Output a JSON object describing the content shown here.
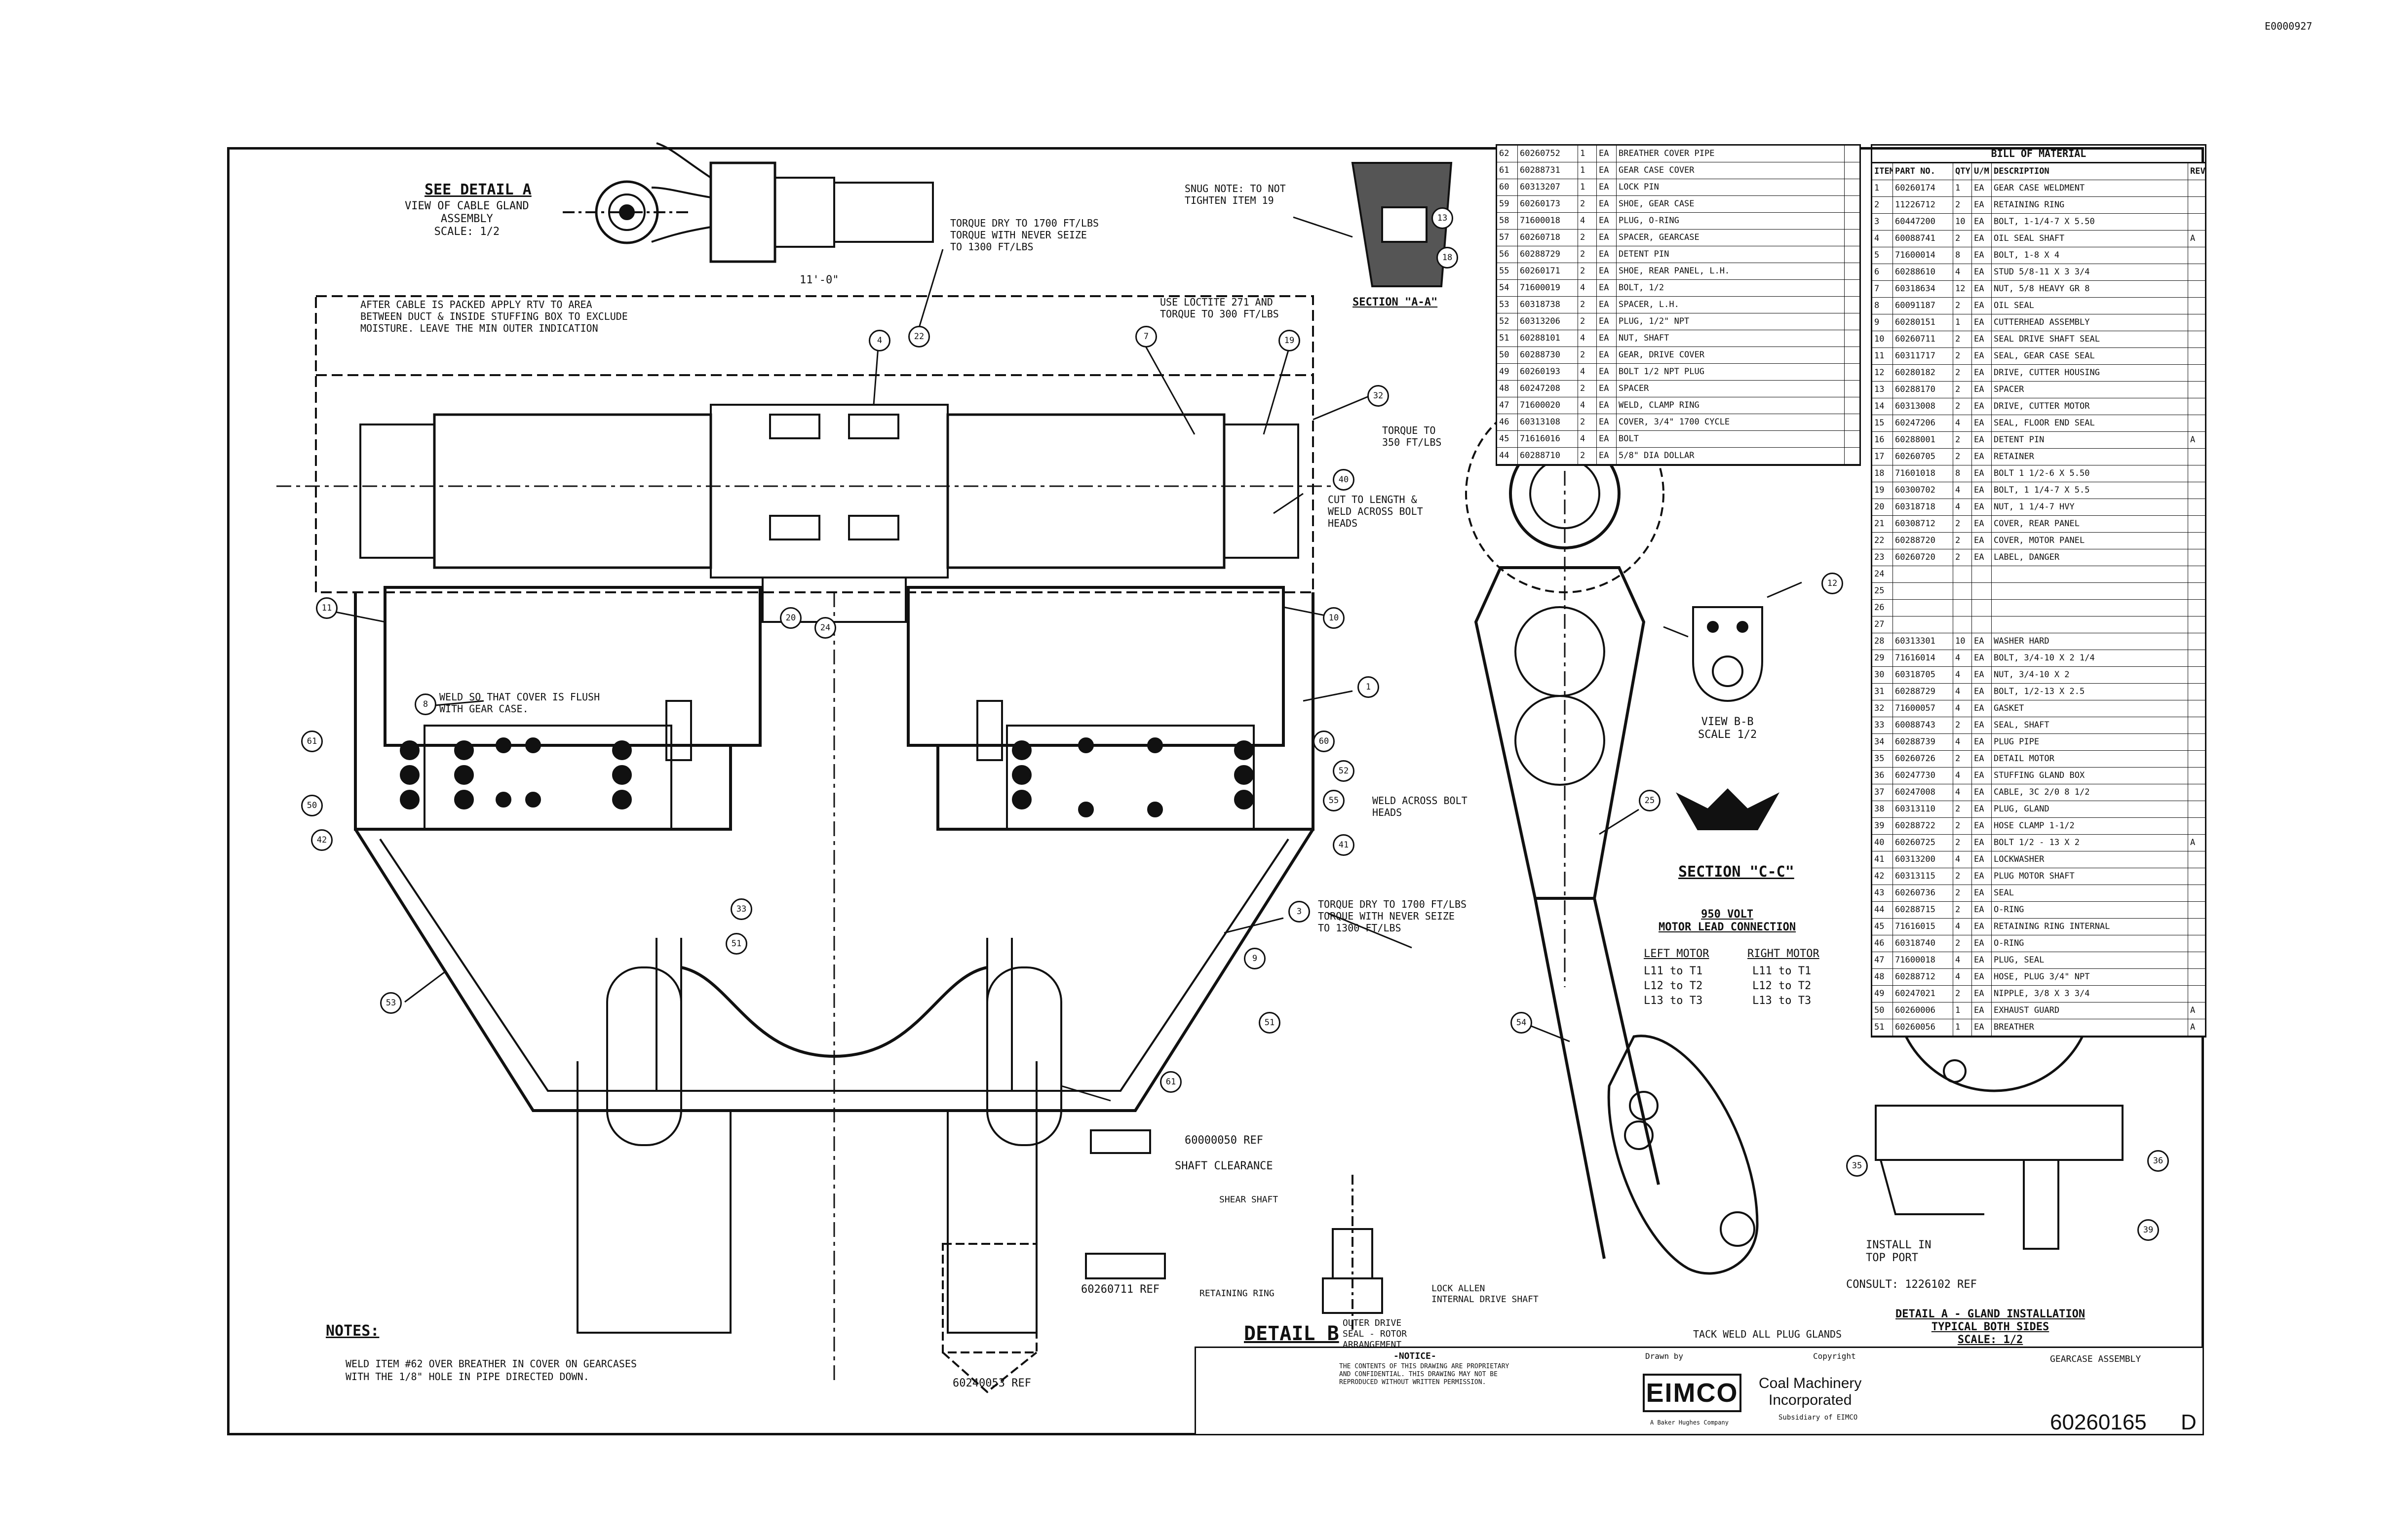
{
  "corner_code": "E0000927",
  "detail_a_title": "SEE DETAIL A",
  "detail_a_sub": "VIEW OF CABLE GLAND\nASSEMBLY\nSCALE: 1/2",
  "note_cable": "AFTER CABLE IS PACKED APPLY RTV TO AREA\nBETWEEN DUCT & INSIDE STUFFING BOX TO EXCLUDE\nMOISTURE. LEAVE THE MIN OUTER INDICATION",
  "dim_top": "11'-0\"",
  "note_torque1": "TORQUE DRY TO 1700 FT/LBS\nTORQUE WITH NEVER SEIZE\nTO 1300 FT/LBS",
  "note_snug": "SNUG NOTE: TO NOT\nTIGHTEN ITEM 19",
  "section_aa": "SECTION \"A-A\"",
  "note_loctite": "USE LOCTITE 271 AND\nTORQUE TO 300 FT/LBS",
  "note_torque2": "TORQUE TO\n350 FT/LBS",
  "note_cut": "CUT TO LENGTH &\nWELD ACROSS BOLT\nHEADS",
  "note_weld_cover": "WELD SO THAT COVER IS FLUSH\nWITH GEAR CASE.",
  "note_weld_across": "WELD ACROSS BOLT\nHEADS",
  "note_torque3": "TORQUE DRY TO 1700 FT/LBS\nTORQUE WITH NEVER SEIZE\nTO 1300 FT/LBS",
  "view_bb": "VIEW B-B\nSCALE 1/2",
  "section_cc": "SECTION \"C-C\"",
  "motor_title": "950 VOLT\nMOTOR LEAD CONNECTION",
  "motor_left_head": "LEFT MOTOR",
  "motor_right_head": "RIGHT MOTOR",
  "motor_rows": [
    [
      "L11 to T1",
      "L11 to T1"
    ],
    [
      "L12 to T2",
      "L12 to T2"
    ],
    [
      "L13 to T3",
      "L13 to T3"
    ]
  ],
  "ref_1": "60000050 REF",
  "shaft_clear": "SHAFT CLEARANCE",
  "ref_2": "60260711 REF",
  "ref_3": "60240053 REF",
  "detail_b": "DETAIL B",
  "detail_b_note": "OUTER DRIVE\nSEAL - ROTOR\nARRANGEMENT",
  "detail_b_labels": [
    "LOCK ALLEN\nINTERNAL DRIVE SHAFT",
    "SHEAR SHAFT",
    "RETAINING RING"
  ],
  "install_note": "INSTALL IN\nTOP PORT",
  "consult_note": "CONSULT: 1226102 REF",
  "detail_a_install": "DETAIL A - GLAND INSTALLATION\nTYPICAL BOTH SIDES\nSCALE: 1/2",
  "tack_note": "TACK WELD ALL PLUG GLANDS",
  "notes_head": "NOTES:",
  "notes_1": "WELD ITEM #62 OVER BREATHER IN COVER ON GEARCASES\nWITH THE 1/8\" HOLE IN PIPE DIRECTED DOWN.",
  "bom_title": "BILL OF MATERIAL",
  "bom_headers": [
    "ITEM",
    "PART NO.",
    "QTY",
    "U/M",
    "DESCRIPTION",
    "REV"
  ],
  "bom_main": [
    [
      "1",
      "60260174",
      "1",
      "EA",
      "GEAR CASE WELDMENT",
      ""
    ],
    [
      "2",
      "11226712",
      "2",
      "EA",
      "RETAINING RING",
      ""
    ],
    [
      "3",
      "60447200",
      "10",
      "EA",
      "BOLT, 1-1/4-7 X 5.50",
      ""
    ],
    [
      "4",
      "60088741",
      "2",
      "EA",
      "OIL SEAL SHAFT",
      "A"
    ],
    [
      "5",
      "71600014",
      "8",
      "EA",
      "BOLT, 1-8 X 4",
      ""
    ],
    [
      "6",
      "60288610",
      "4",
      "EA",
      "STUD 5/8-11 X 3 3/4",
      ""
    ],
    [
      "7",
      "60318634",
      "12",
      "EA",
      "NUT, 5/8 HEAVY GR 8",
      ""
    ],
    [
      "8",
      "60091187",
      "2",
      "EA",
      "OIL SEAL",
      ""
    ],
    [
      "9",
      "60280151",
      "1",
      "EA",
      "CUTTERHEAD ASSEMBLY",
      ""
    ],
    [
      "10",
      "60260711",
      "2",
      "EA",
      "SEAL DRIVE SHAFT SEAL",
      ""
    ],
    [
      "11",
      "60311717",
      "2",
      "EA",
      "SEAL, GEAR CASE SEAL",
      ""
    ],
    [
      "12",
      "60280182",
      "2",
      "EA",
      "DRIVE, CUTTER HOUSING",
      ""
    ],
    [
      "13",
      "60288170",
      "2",
      "EA",
      "SPACER",
      ""
    ],
    [
      "14",
      "60313008",
      "2",
      "EA",
      "DRIVE, CUTTER MOTOR",
      ""
    ],
    [
      "15",
      "60247206",
      "4",
      "EA",
      "SEAL, FLOOR END SEAL",
      ""
    ],
    [
      "16",
      "60288001",
      "2",
      "EA",
      "DETENT PIN",
      "A"
    ],
    [
      "17",
      "60260705",
      "2",
      "EA",
      "RETAINER",
      ""
    ],
    [
      "18",
      "71601018",
      "8",
      "EA",
      "BOLT 1 1/2-6 X 5.50",
      ""
    ],
    [
      "19",
      "60300702",
      "4",
      "EA",
      "BOLT, 1 1/4-7 X 5.5",
      ""
    ],
    [
      "20",
      "60318718",
      "4",
      "EA",
      "NUT, 1 1/4-7 HVY",
      ""
    ],
    [
      "21",
      "60308712",
      "2",
      "EA",
      "COVER, REAR PANEL",
      ""
    ],
    [
      "22",
      "60288720",
      "2",
      "EA",
      "COVER, MOTOR PANEL",
      ""
    ],
    [
      "23",
      "60260720",
      "2",
      "EA",
      "LABEL, DANGER",
      ""
    ],
    [
      "24",
      "",
      "",
      "",
      "",
      ""
    ],
    [
      "25",
      "",
      "",
      "",
      "",
      ""
    ],
    [
      "26",
      "",
      "",
      "",
      "",
      ""
    ],
    [
      "27",
      "",
      "",
      "",
      "",
      ""
    ],
    [
      "28",
      "60313301",
      "10",
      "EA",
      "WASHER HARD",
      ""
    ],
    [
      "29",
      "71616014",
      "4",
      "EA",
      "BOLT, 3/4-10 X 2 1/4",
      ""
    ],
    [
      "30",
      "60318705",
      "4",
      "EA",
      "NUT, 3/4-10 X 2",
      ""
    ],
    [
      "31",
      "60288729",
      "4",
      "EA",
      "BOLT, 1/2-13 X 2.5",
      ""
    ],
    [
      "32",
      "71600057",
      "4",
      "EA",
      "GASKET",
      ""
    ],
    [
      "33",
      "60088743",
      "2",
      "EA",
      "SEAL, SHAFT",
      ""
    ],
    [
      "34",
      "60288739",
      "4",
      "EA",
      "PLUG PIPE",
      ""
    ],
    [
      "35",
      "60260726",
      "2",
      "EA",
      "DETAIL MOTOR",
      ""
    ],
    [
      "36",
      "60247730",
      "4",
      "EA",
      "STUFFING GLAND BOX",
      ""
    ],
    [
      "37",
      "60247008",
      "4",
      "EA",
      "CABLE, 3C 2/0 8 1/2",
      ""
    ],
    [
      "38",
      "60313110",
      "2",
      "EA",
      "PLUG, GLAND",
      ""
    ],
    [
      "39",
      "60288722",
      "2",
      "EA",
      "HOSE CLAMP 1-1/2",
      ""
    ],
    [
      "40",
      "60260725",
      "2",
      "EA",
      "BOLT 1/2 - 13 X 2",
      "A"
    ],
    [
      "41",
      "60313200",
      "4",
      "EA",
      "LOCKWASHER",
      ""
    ],
    [
      "42",
      "60313115",
      "2",
      "EA",
      "PLUG MOTOR SHAFT",
      ""
    ],
    [
      "43",
      "60260736",
      "2",
      "EA",
      "SEAL",
      ""
    ],
    [
      "44",
      "60288715",
      "2",
      "EA",
      "O-RING",
      ""
    ],
    [
      "45",
      "71616015",
      "4",
      "EA",
      "RETAINING RING INTERNAL",
      ""
    ],
    [
      "46",
      "60318740",
      "2",
      "EA",
      "O-RING",
      ""
    ],
    [
      "47",
      "71600018",
      "4",
      "EA",
      "PLUG, SEAL",
      ""
    ],
    [
      "48",
      "60288712",
      "4",
      "EA",
      "HOSE, PLUG 3/4\" NPT",
      ""
    ],
    [
      "49",
      "60247021",
      "2",
      "EA",
      "NIPPLE, 3/8 X 3 3/4",
      ""
    ],
    [
      "50",
      "60260006",
      "1",
      "EA",
      "EXHAUST GUARD",
      "A"
    ],
    [
      "51",
      "60260056",
      "1",
      "EA",
      "BREATHER",
      "A"
    ]
  ],
  "bom_secondary": [
    [
      "62",
      "60260752",
      "1",
      "EA",
      "BREATHER COVER PIPE",
      ""
    ],
    [
      "61",
      "60288731",
      "1",
      "EA",
      "GEAR CASE COVER",
      ""
    ],
    [
      "60",
      "60313207",
      "1",
      "EA",
      "LOCK PIN",
      ""
    ],
    [
      "59",
      "60260173",
      "2",
      "EA",
      "SHOE, GEAR CASE",
      ""
    ],
    [
      "58",
      "71600018",
      "4",
      "EA",
      "PLUG, O-RING",
      ""
    ],
    [
      "57",
      "60260718",
      "2",
      "EA",
      "SPACER, GEARCASE",
      ""
    ],
    [
      "56",
      "60288729",
      "2",
      "EA",
      "DETENT PIN",
      ""
    ],
    [
      "55",
      "60260171",
      "2",
      "EA",
      "SHOE, REAR PANEL, L.H.",
      ""
    ],
    [
      "54",
      "71600019",
      "4",
      "EA",
      "BOLT, 1/2",
      ""
    ],
    [
      "53",
      "60318738",
      "2",
      "EA",
      "SPACER, L.H.",
      ""
    ],
    [
      "52",
      "60313206",
      "2",
      "EA",
      "PLUG, 1/2\" NPT",
      ""
    ],
    [
      "51",
      "60288101",
      "4",
      "EA",
      "NUT, SHAFT",
      ""
    ],
    [
      "50",
      "60288730",
      "2",
      "EA",
      "GEAR, DRIVE COVER",
      ""
    ],
    [
      "49",
      "60260193",
      "4",
      "EA",
      "BOLT 1/2 NPT PLUG",
      ""
    ],
    [
      "48",
      "60247208",
      "2",
      "EA",
      "SPACER",
      ""
    ],
    [
      "47",
      "71600020",
      "4",
      "EA",
      "WELD, CLAMP RING",
      ""
    ],
    [
      "46",
      "60313108",
      "2",
      "EA",
      "COVER, 3/4\" 1700 CYCLE",
      ""
    ],
    [
      "45",
      "71616016",
      "4",
      "EA",
      "BOLT",
      ""
    ],
    [
      "44",
      "60288710",
      "2",
      "EA",
      "5/8\" DIA DOLLAR",
      ""
    ]
  ],
  "notice_head": "-NOTICE-",
  "notice_text": "THE CONTENTS OF THIS DRAWING ARE PROPRIETARY\nAND CONFIDENTIAL. THIS DRAWING MAY NOT BE\nREPRODUCED WITHOUT WRITTEN PERMISSION.",
  "drawn_by": "Drawn by",
  "copyright": "Copyright",
  "company_logo": "EIMCO",
  "company_name": "Coal Machinery\nIncorporated",
  "company_sub": "Subsidiary of EIMCO",
  "logo_sub": "A Baker Hughes Company",
  "title_desc": "GEARCASE ASSEMBLY",
  "drawing_number": "60260165",
  "revision": "D"
}
